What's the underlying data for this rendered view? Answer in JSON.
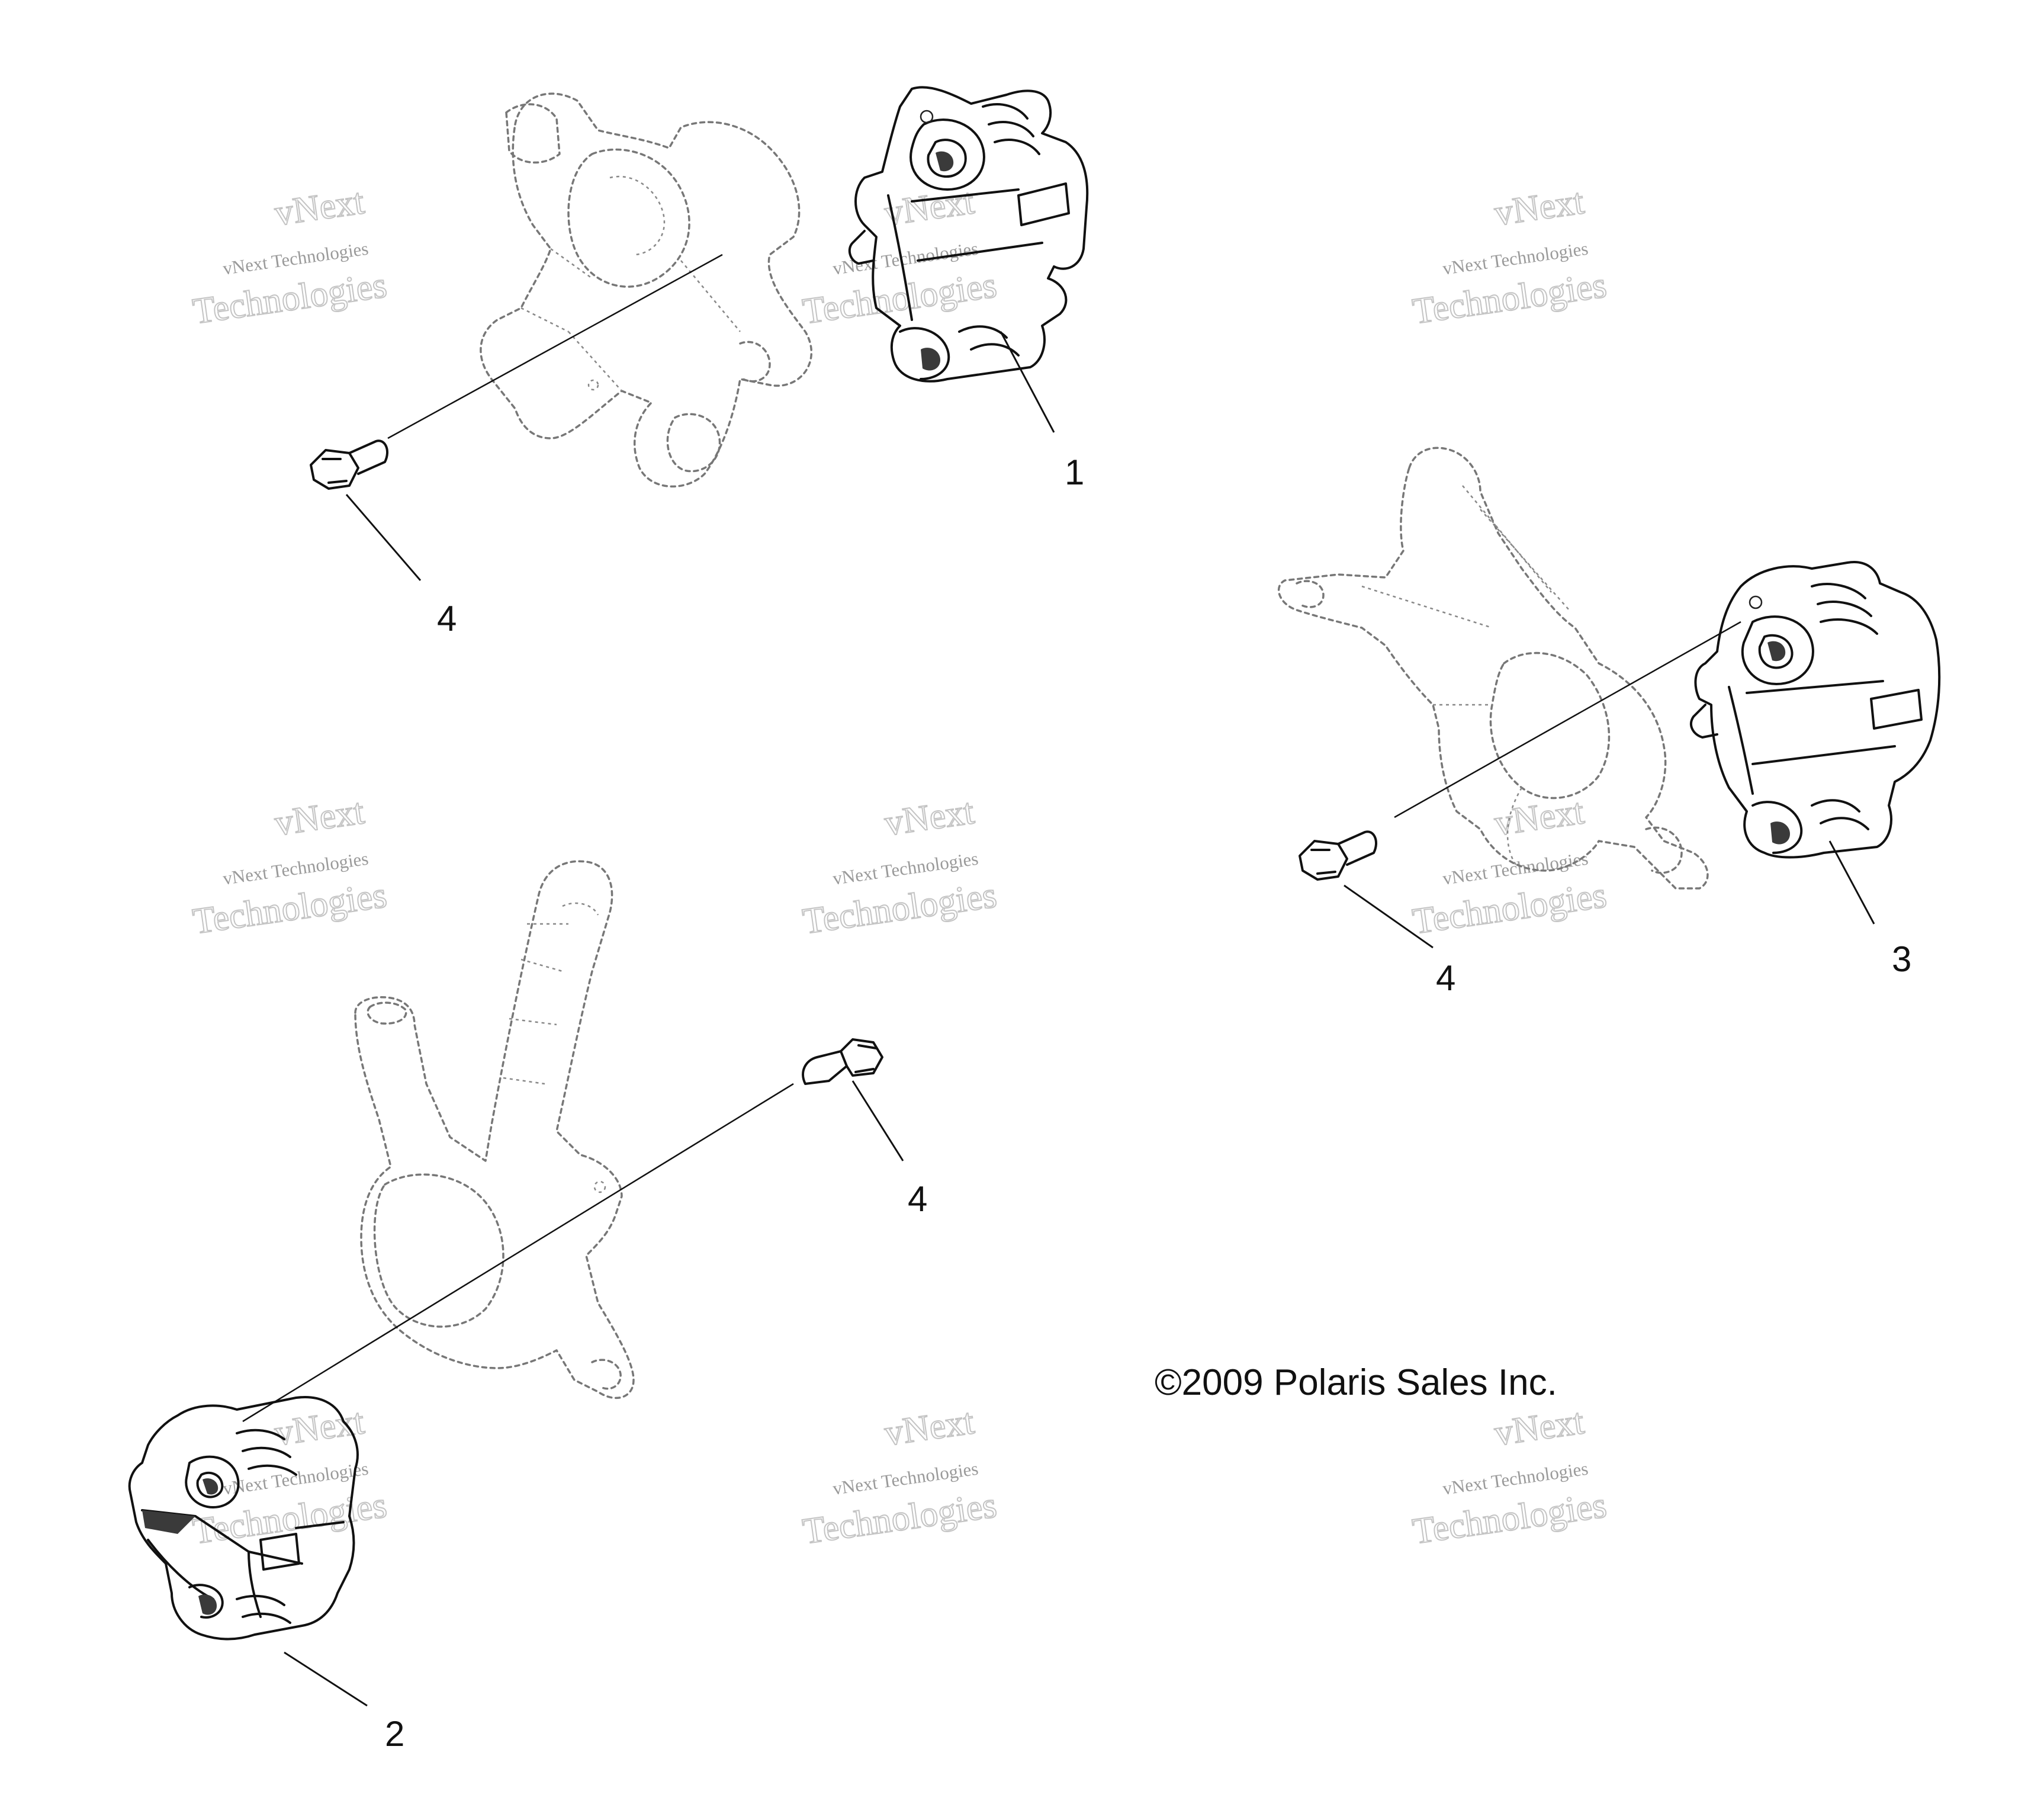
{
  "callouts": [
    {
      "id": "1",
      "label": "1"
    },
    {
      "id": "2",
      "label": "2"
    },
    {
      "id": "3",
      "label": "3"
    },
    {
      "id": "4a",
      "label": "4"
    },
    {
      "id": "4b",
      "label": "4"
    },
    {
      "id": "4c",
      "label": "4"
    }
  ],
  "copyright": "©2009 Polaris Sales Inc.",
  "watermark": {
    "line_small": "vNext Technologies",
    "line_arc": "vNext",
    "line_big": "Technologies"
  },
  "colors": {
    "line": "#111111",
    "ghost_line": "#777777",
    "watermark": "#c4c4c4",
    "background": "#ffffff"
  }
}
